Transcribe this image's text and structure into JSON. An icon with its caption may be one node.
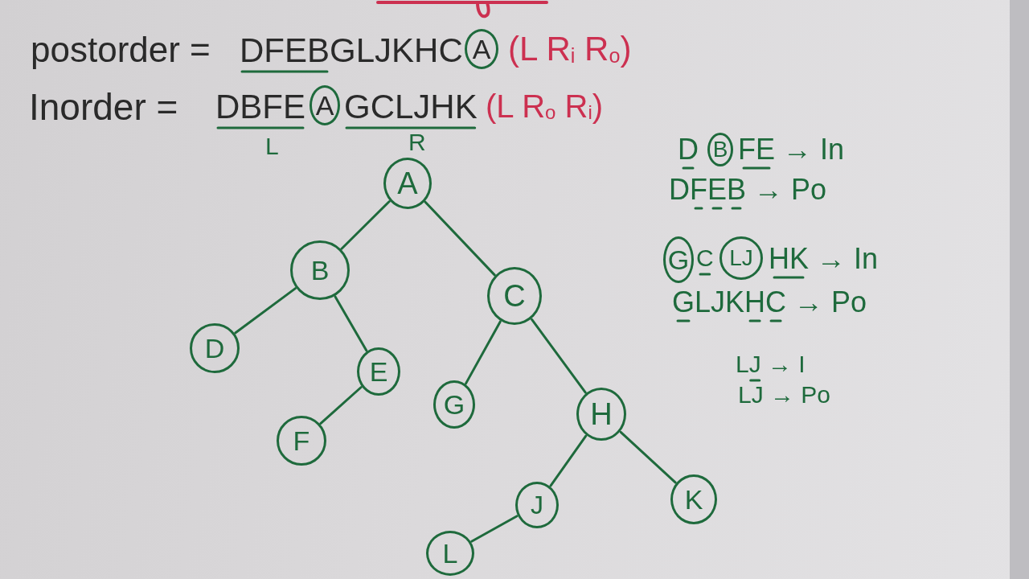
{
  "diagram": {
    "nodes": [
      {
        "text": [
          "A"
        ]
      },
      {
        "text": [
          "A"
        ]
      },
      {
        "text": [
          "A"
        ]
      },
      {
        "text": [
          "B"
        ]
      },
      {
        "text": [
          "C"
        ]
      },
      {
        "text": [
          "D"
        ]
      },
      {
        "text": [
          "E"
        ]
      },
      {
        "text": [
          "G"
        ]
      },
      {
        "text": [
          "H"
        ]
      },
      {
        "text": [
          "F"
        ]
      },
      {
        "text": [
          "J"
        ]
      },
      {
        "text": [
          "K"
        ]
      },
      {
        "text": [
          "L"
        ]
      },
      {
        "text": [
          "B"
        ]
      },
      {
        "text": [
          "G"
        ]
      },
      {
        "text": [
          "LJ"
        ]
      }
    ],
    "edges": [
      {
        "from": 2,
        "to": 3,
        "arrow": "none"
      },
      {
        "from": 2,
        "to": 4,
        "arrow": "none"
      },
      {
        "from": 3,
        "to": 5,
        "arrow": "none"
      },
      {
        "from": 3,
        "to": 6,
        "arrow": "none"
      },
      {
        "from": 4,
        "to": 7,
        "arrow": "none"
      },
      {
        "from": 4,
        "to": 8,
        "arrow": "none"
      },
      {
        "from": 6,
        "to": 9,
        "arrow": "none"
      },
      {
        "from": 8,
        "to": 10,
        "arrow": "none"
      },
      {
        "from": 8,
        "to": 11,
        "arrow": "none"
      },
      {
        "from": 10,
        "to": 12,
        "arrow": "none"
      }
    ],
    "labels": [
      "postorder =",
      "DFEBGLJKHC",
      "(L R$_{i}$ R$_{o}$)",
      "Inorder =",
      "DBFE",
      "GCLJHK",
      "(L R$_{o}$ R$_{i}$)",
      "L",
      "R",
      "D",
      "FE → In",
      "DFEB → Po",
      "C",
      "HK → In",
      "GLJKHC → Po",
      "LJ → I",
      "LJ → Po"
    ]
  }
}
